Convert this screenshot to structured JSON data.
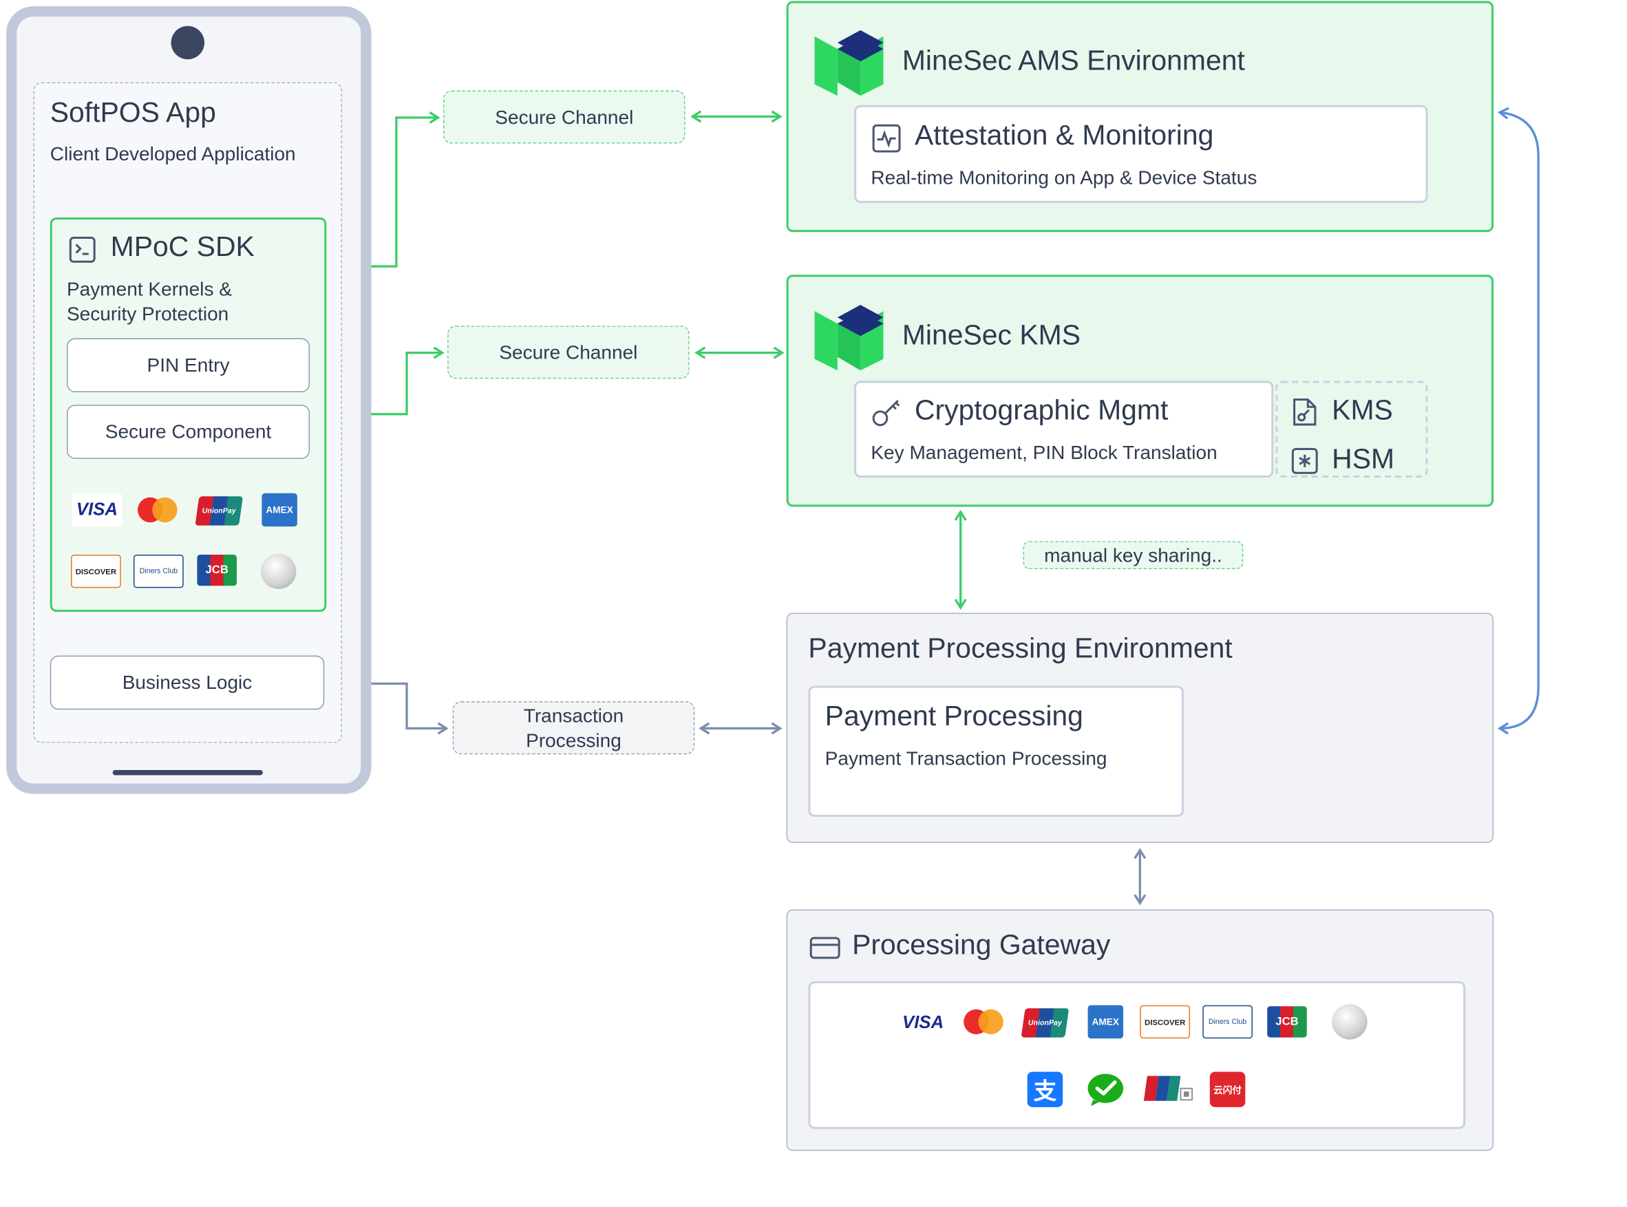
{
  "softpos": {
    "title": "SoftPOS App",
    "subtitle": "Client Developed Application",
    "sdk_title": "MPoC SDK",
    "sdk_subtitle_1": "Payment Kernels &",
    "sdk_subtitle_2": "Security Protection",
    "pin_entry": "PIN Entry",
    "secure_component": "Secure Component",
    "business_logic": "Business Logic",
    "card_icons": [
      "visa-icon",
      "mastercard-icon",
      "unionpay-icon",
      "amex-icon",
      "discover-icon",
      "diners-club-icon",
      "jcb-icon",
      "pearl-icon"
    ]
  },
  "channels": {
    "secure_channel_1": "Secure Channel",
    "secure_channel_2": "Secure Channel",
    "transaction_1": "Transaction",
    "transaction_2": "Processing",
    "manual_key_sharing": "manual key sharing.."
  },
  "ams": {
    "title": "MineSec AMS Environment",
    "inner_title": "Attestation & Monitoring",
    "inner_subtitle": "Real-time Monitoring on App & Device Status"
  },
  "kms": {
    "title": "MineSec KMS",
    "inner_title": "Cryptographic Mgmt",
    "inner_subtitle": "Key Management, PIN Block Translation",
    "kms_label": "KMS",
    "hsm_label": "HSM"
  },
  "ppe": {
    "title": "Payment Processing Environment",
    "inner_title": "Payment Processing",
    "inner_subtitle": "Payment Transaction Processing"
  },
  "gateway": {
    "title": "Processing Gateway",
    "icons_row1": [
      "visa-icon",
      "mastercard-icon",
      "unionpay-icon",
      "amex-icon",
      "discover-icon",
      "diners-club-icon",
      "jcb-icon",
      "pearl-icon"
    ],
    "icons_row2": [
      "alipay-icon",
      "wechat-pay-icon",
      "unionpay-qr-icon",
      "quickpass-icon"
    ]
  },
  "card_text": {
    "visa": "VISA",
    "unionpay": "UnionPay",
    "amex": "AMEX",
    "discover": "DISCOVER",
    "diners": "Diners Club",
    "jcb": "JCB",
    "alipay": "支",
    "quickpass": "云闪付"
  },
  "colors": {
    "green_accent": "#3fcb6a",
    "green_fill": "#e9f8ed",
    "grey_border": "#a9b4c8",
    "blue_arrow": "#5b8ed6",
    "grey_arrow": "#7d8db0",
    "logo_green": "#2ed760",
    "logo_navy": "#1b2f7a"
  }
}
